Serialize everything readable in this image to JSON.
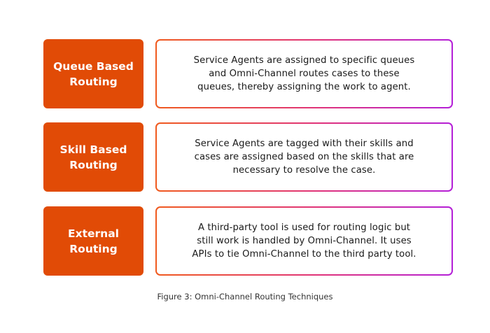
{
  "rows": [
    {
      "label": "Queue Based\nRouting",
      "description": "Service Agents are assigned to specific queues\nand Omni-Channel routes cases to these\nqueues, thereby assigning the work to agent."
    },
    {
      "label": "Skill Based\nRouting",
      "description": "Service Agents are tagged with their skills and\ncases are assigned based on the skills that are\nnecessary to resolve the case."
    },
    {
      "label": "External\nRouting",
      "description": "A third-party tool is used for routing logic but\nstill work is handled by Omni-Channel. It uses\nAPIs to tie Omni-Channel to the third party tool."
    }
  ],
  "caption": "Figure 3: Omni-Channel Routing Techniques",
  "colors": {
    "label_fill": "#e14b06",
    "border_gradient_start": "#f05a1e",
    "border_gradient_end": "#b41fd8"
  }
}
